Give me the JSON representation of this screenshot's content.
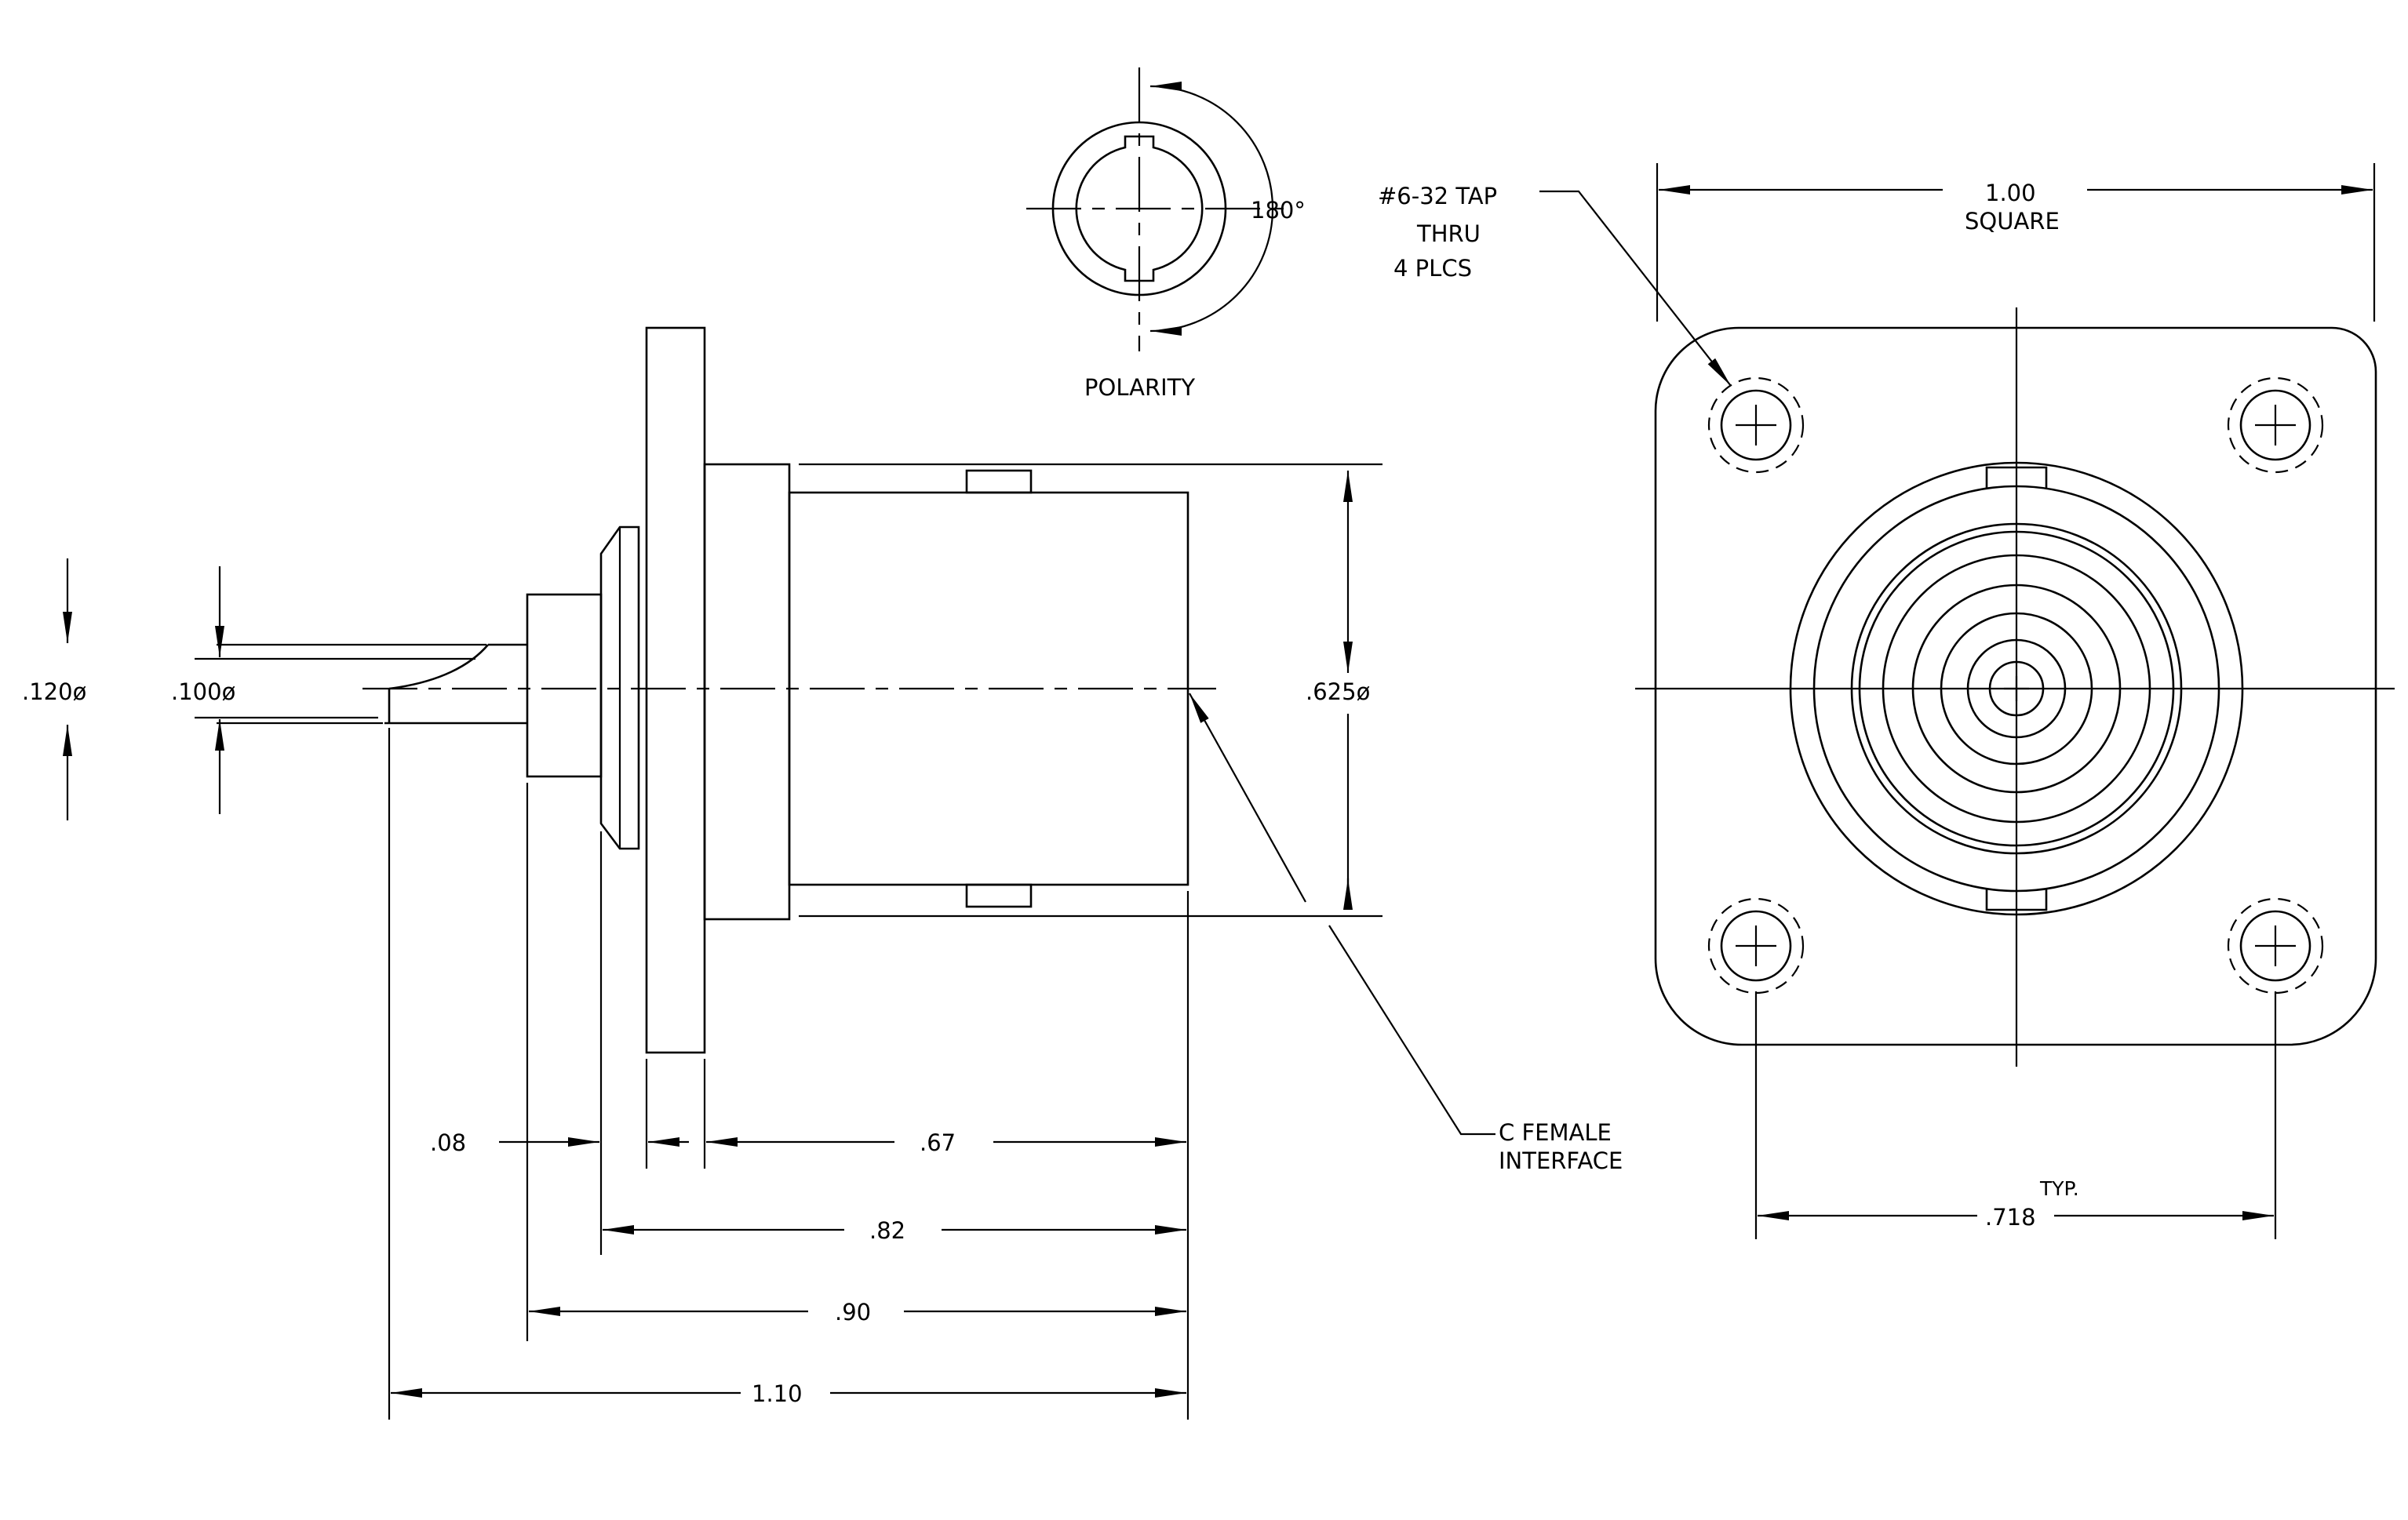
{
  "side_view": {
    "dim_flange_thickness": ".08",
    "dim_body_length": ".67",
    "dim_flange_to_end": ".82",
    "dim_nut_to_end": ".90",
    "dim_overall": "1.10",
    "dim_body_dia": ".625ø",
    "dim_pin_outer_dia": ".120ø",
    "dim_pin_inner_dia": ".100ø",
    "interface_line1": "C  FEMALE",
    "interface_line2": "INTERFACE"
  },
  "polarity_view": {
    "angle": "180°",
    "caption": "POLARITY"
  },
  "front_view": {
    "width_value": "1.00",
    "width_note": "SQUARE",
    "tap_line1": "#6-32  TAP",
    "tap_line2": "THRU",
    "tap_line3": "4  PLCS",
    "hole_spacing": ".718",
    "hole_spacing_note": "TYP."
  }
}
